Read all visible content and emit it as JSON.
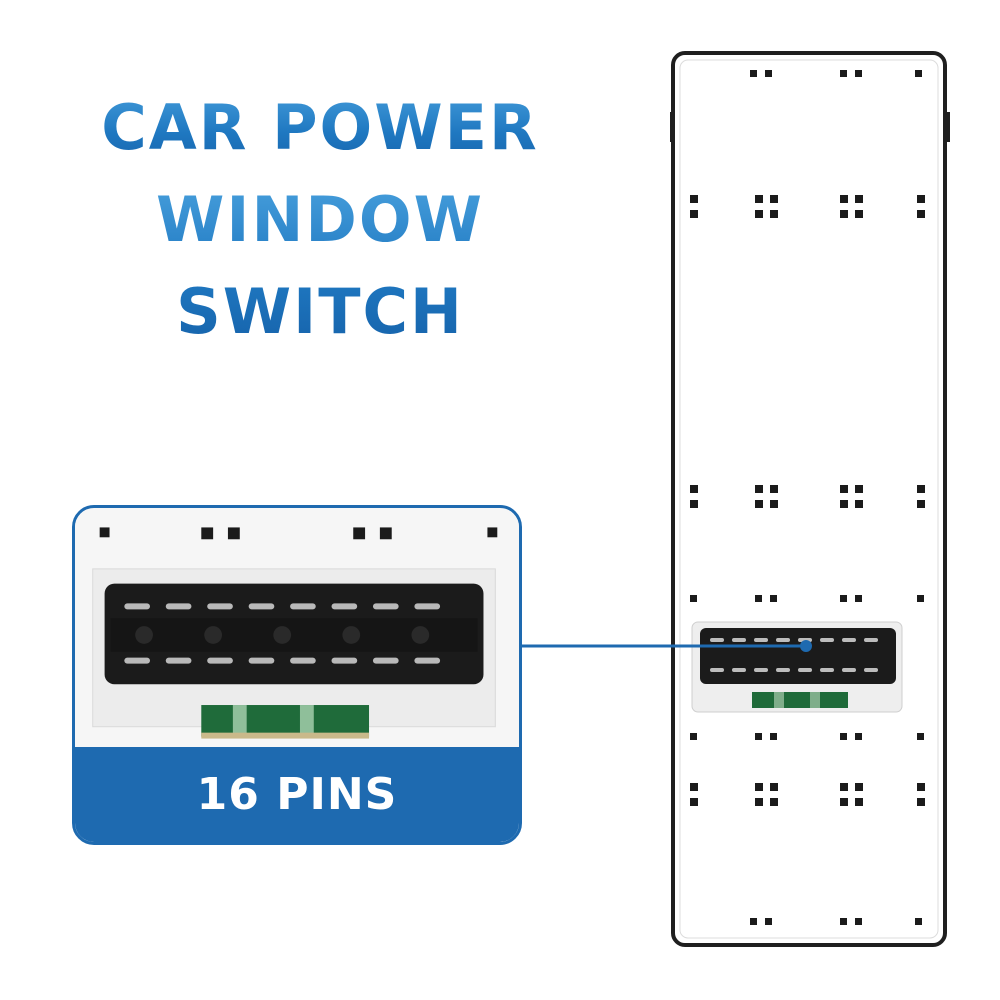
{
  "headline": {
    "line1": "CAR POWER",
    "line2": "WINDOW SWITCH"
  },
  "callout": {
    "label": "16 PINS",
    "pin_count": 16
  },
  "colors": {
    "brand_blue": "#1e6ab0",
    "title_blue_light": "#4aa2de",
    "connector_black": "#1b1b1b",
    "pcb_green": "#1f6b3a"
  }
}
